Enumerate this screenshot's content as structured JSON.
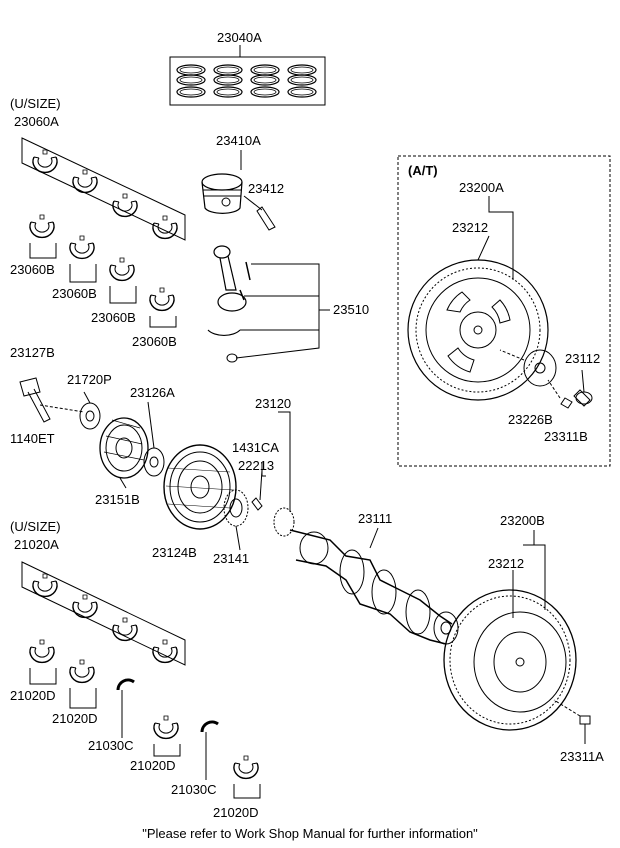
{
  "parts": {
    "p23040A": "23040A",
    "usize_top": "(U/SIZE)",
    "p23060A": "23060A",
    "p23410A": "23410A",
    "p23412": "23412",
    "at": "(A/T)",
    "p23200A": "23200A",
    "p23212_top": "23212",
    "p23060B_1": "23060B",
    "p23060B_2": "23060B",
    "p23060B_3": "23060B",
    "p23060B_4": "23060B",
    "p23510": "23510",
    "p23127B": "23127B",
    "p21720P": "21720P",
    "p23126A": "23126A",
    "p23120": "23120",
    "p1140ET": "1140ET",
    "p1431CA": "1431CA",
    "p22213": "22213",
    "p23151B": "23151B",
    "p23112": "23112",
    "p23226B": "23226B",
    "p23311B": "23311B",
    "p23124B": "23124B",
    "p23141": "23141",
    "p23111": "23111",
    "usize_bottom": "(U/SIZE)",
    "p21020A": "21020A",
    "p23200B": "23200B",
    "p23212_bottom": "23212",
    "p21020D_1": "21020D",
    "p21020D_2": "21020D",
    "p21030C_1": "21030C",
    "p21020D_3": "21020D",
    "p21030C_2": "21030C",
    "p21020D_4": "21020D",
    "p23311A": "23311A"
  },
  "footer_note": "\"Please refer to Work Shop Manual for further information\""
}
